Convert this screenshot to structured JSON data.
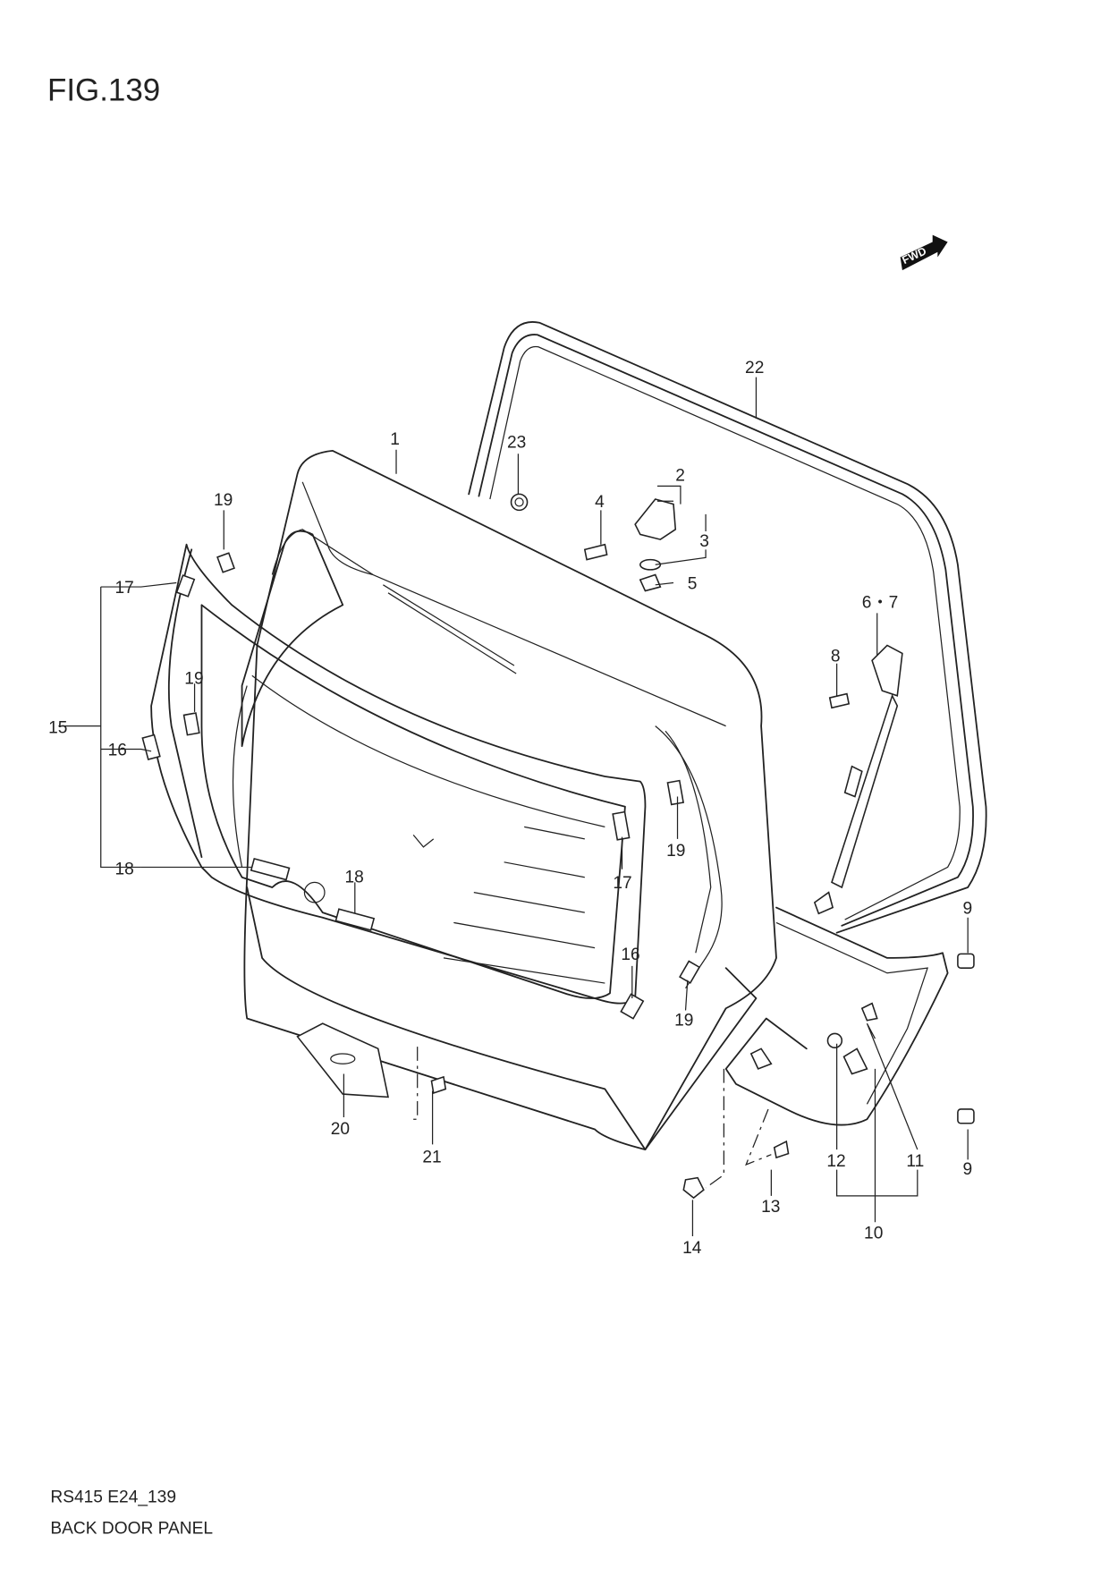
{
  "figure": {
    "title": "FIG.139",
    "fwd_label": "FWD"
  },
  "footer": {
    "code": "RS415 E24_139",
    "name": "BACK DOOR PANEL"
  },
  "callouts": {
    "p1": "1",
    "p2": "2",
    "p3": "3",
    "p4": "4",
    "p5": "5",
    "p67": "6・7",
    "p8": "8",
    "p9a": "9",
    "p9b": "9",
    "p10": "10",
    "p11": "11",
    "p12": "12",
    "p13": "13",
    "p14": "14",
    "p15": "15",
    "p16a": "16",
    "p16b": "16",
    "p17a": "17",
    "p17b": "17",
    "p18a": "18",
    "p18b": "18",
    "p19a": "19",
    "p19b": "19",
    "p19c": "19",
    "p19d": "19",
    "p20": "20",
    "p21": "21",
    "p22": "22",
    "p23": "23"
  }
}
